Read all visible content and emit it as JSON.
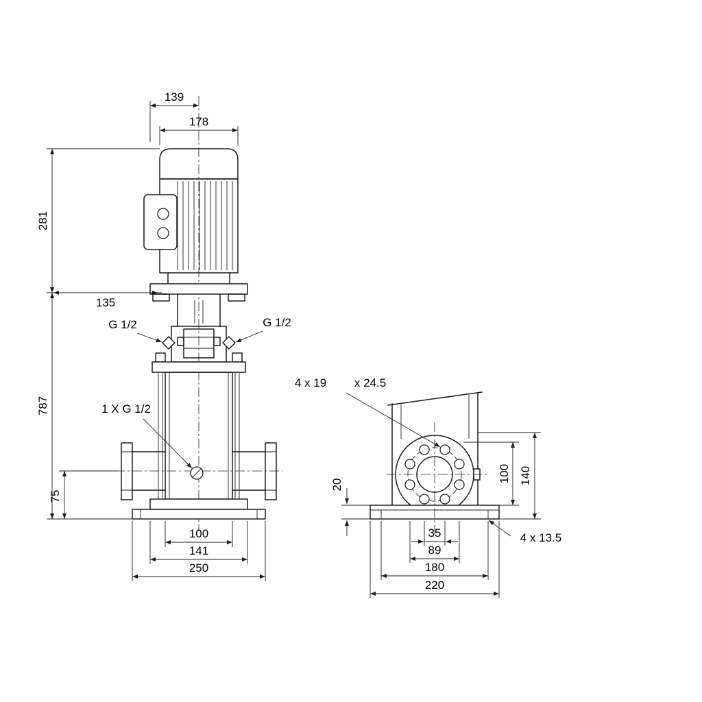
{
  "drawing": {
    "kind": "pump-dimensional-drawing",
    "front_view": {
      "dim_139": "139",
      "dim_178": "178",
      "dim_281": "281",
      "dim_135": "135",
      "dim_787": "787",
      "dim_75": "75",
      "dim_100": "100",
      "dim_141": "141",
      "dim_250": "250",
      "label_vent_left": "G 1/2",
      "label_vent_right": "G 1/2",
      "label_drain": "1 X G 1/2"
    },
    "side_view": {
      "label_flange_holes": "4 x 19",
      "label_flange_counterbore": "x 24.5",
      "dim_20": "20",
      "dim_100": "100",
      "dim_140": "140",
      "dim_35": "35",
      "dim_89": "89",
      "dim_180": "180",
      "dim_220": "220",
      "label_base_holes": "4 x 13.5"
    }
  }
}
